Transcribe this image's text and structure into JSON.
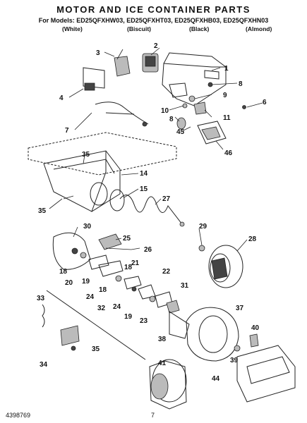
{
  "header": {
    "title": "MOTOR AND ICE CONTAINER PARTS",
    "models_line": "For Models: ED25QFXHW03, ED25QFXHT03, ED25QFXHB03, ED25QFXHN03",
    "variants": [
      "(White)",
      "(Biscuit)",
      "(Black)",
      "(Almond)"
    ]
  },
  "callouts": [
    "1",
    "2",
    "3",
    "4",
    "6",
    "7",
    "8",
    "9",
    "10",
    "8",
    "11",
    "45",
    "46",
    "35",
    "14",
    "15",
    "27",
    "35",
    "30",
    "25",
    "26",
    "29",
    "28",
    "18",
    "20",
    "19",
    "21",
    "18",
    "18",
    "24",
    "22",
    "31",
    "24",
    "19",
    "23",
    "33",
    "32",
    "37",
    "40",
    "38",
    "35",
    "39",
    "44",
    "34",
    "41"
  ],
  "footer": {
    "doc_number": "4398769",
    "page_number": "7"
  },
  "icons": {
    "motor": "motor-icon",
    "auger": "auger-icon",
    "ice-bin": "ice-bin-icon"
  }
}
